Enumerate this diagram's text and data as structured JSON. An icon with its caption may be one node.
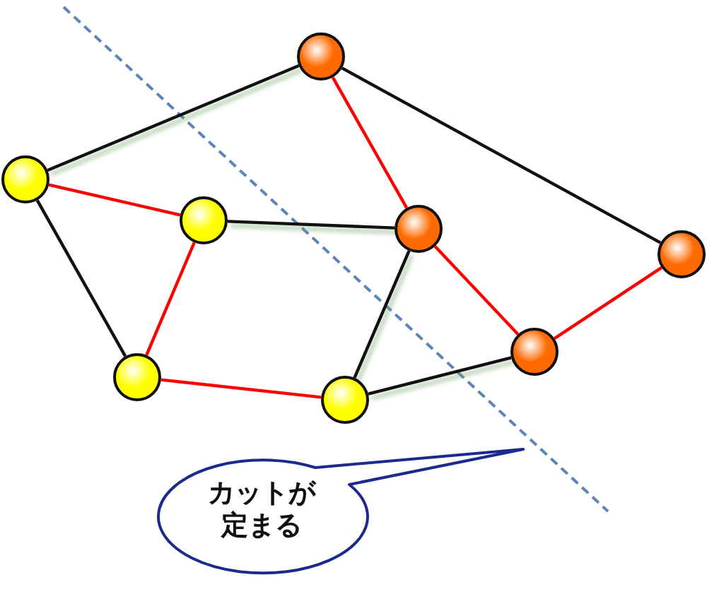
{
  "diagram": {
    "nodes": [
      {
        "text": [],
        "shape": "circle"
      },
      {
        "text": [],
        "shape": "circle"
      },
      {
        "text": [],
        "shape": "circle"
      },
      {
        "text": [],
        "shape": "circle"
      },
      {
        "text": [],
        "shape": "circle"
      },
      {
        "text": [],
        "shape": "circle"
      },
      {
        "text": [],
        "shape": "circle"
      },
      {
        "text": [],
        "shape": "circle"
      },
      {
        "text": [
          "カットが定まる"
        ]
      }
    ],
    "edges": [
      {
        "from": 1,
        "to": 0,
        "arrow": "none"
      },
      {
        "from": 0,
        "to": 3,
        "arrow": "none",
        "color": "#ff0000"
      },
      {
        "from": 0,
        "to": 4,
        "arrow": "none"
      },
      {
        "from": 1,
        "to": 2,
        "arrow": "none",
        "color": "#ff0000"
      },
      {
        "from": 2,
        "to": 3,
        "arrow": "none"
      },
      {
        "from": 1,
        "to": 6,
        "arrow": "none"
      },
      {
        "from": 2,
        "to": 6,
        "arrow": "none",
        "color": "#ff0000"
      },
      {
        "from": 6,
        "to": 7,
        "arrow": "none",
        "color": "#ff0000"
      },
      {
        "from": 3,
        "to": 7,
        "arrow": "none"
      },
      {
        "from": 3,
        "to": 5,
        "arrow": "none",
        "color": "#ff0000"
      },
      {
        "from": 4,
        "to": 5,
        "arrow": "none",
        "color": "#ff0000"
      },
      {
        "from": 7,
        "to": 5,
        "arrow": "none"
      }
    ]
  }
}
